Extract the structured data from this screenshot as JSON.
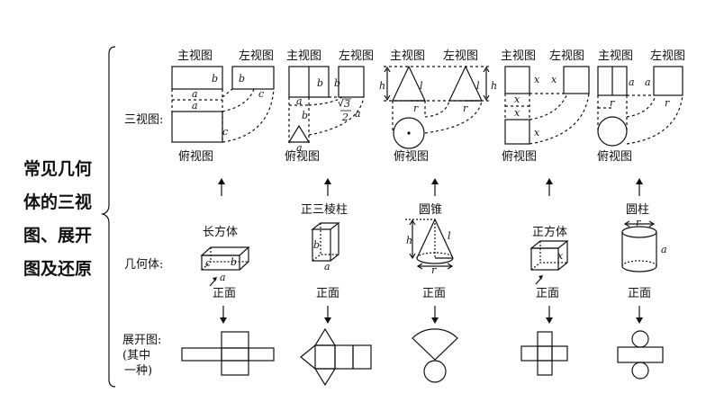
{
  "side_title": [
    "常见几何",
    "体的三视",
    "图、展开",
    "图及还原"
  ],
  "row_labels": {
    "three_view": "三视图:",
    "solid": "几何体:",
    "net": [
      "展开图:",
      "(其中",
      "一种)"
    ]
  },
  "view_labels": {
    "front": "主视图",
    "left": "左视图",
    "top": "俯视图"
  },
  "front_face": "正面",
  "solids": [
    {
      "name": "长方体"
    },
    {
      "name": "正三棱柱"
    },
    {
      "name": "圆锥"
    },
    {
      "name": "正方体"
    },
    {
      "name": "圆柱"
    }
  ],
  "vars": {
    "a": "a",
    "b": "b",
    "c": "c",
    "h": "h",
    "l": "l",
    "r": "r",
    "x": "x",
    "sqrt3": "3",
    "two": "2"
  }
}
